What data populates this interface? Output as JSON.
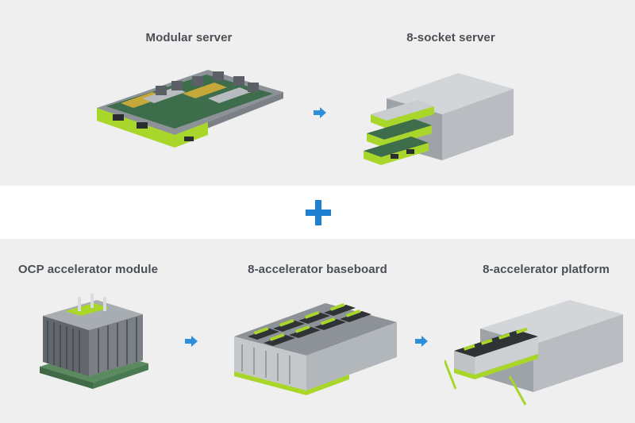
{
  "colors": {
    "background_band": "#efefef",
    "separator": "#ffffff",
    "label_text": "#4a4f55",
    "arrow_accent": "#2b8fdc",
    "plus_accent": "#1f7fd1",
    "hardware_green": "#a8d62a",
    "chassis_grey": "#c9cdd0"
  },
  "top_row": {
    "modular_server": {
      "label": "Modular server",
      "icon": "modular-server-board-image"
    },
    "eight_socket_server": {
      "label": "8-socket server",
      "icon": "eight-socket-server-chassis-image"
    }
  },
  "combine_symbol": "plus-icon",
  "bottom_row": {
    "ocp_module": {
      "label": "OCP accelerator module",
      "icon": "ocp-accelerator-module-image"
    },
    "baseboard": {
      "label": "8-accelerator baseboard",
      "icon": "accelerator-baseboard-image"
    },
    "platform": {
      "label": "8-accelerator platform",
      "icon": "accelerator-platform-chassis-image"
    }
  }
}
